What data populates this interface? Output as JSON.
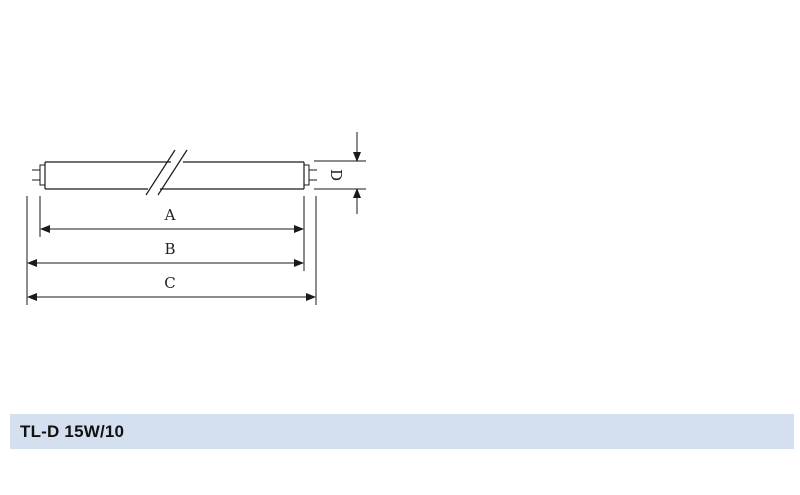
{
  "diagram": {
    "labels": {
      "a": "A",
      "b": "B",
      "c": "C",
      "d": "D"
    }
  },
  "caption": {
    "model": "TL-D 15W/10",
    "background_color": "#d4e0f0"
  }
}
